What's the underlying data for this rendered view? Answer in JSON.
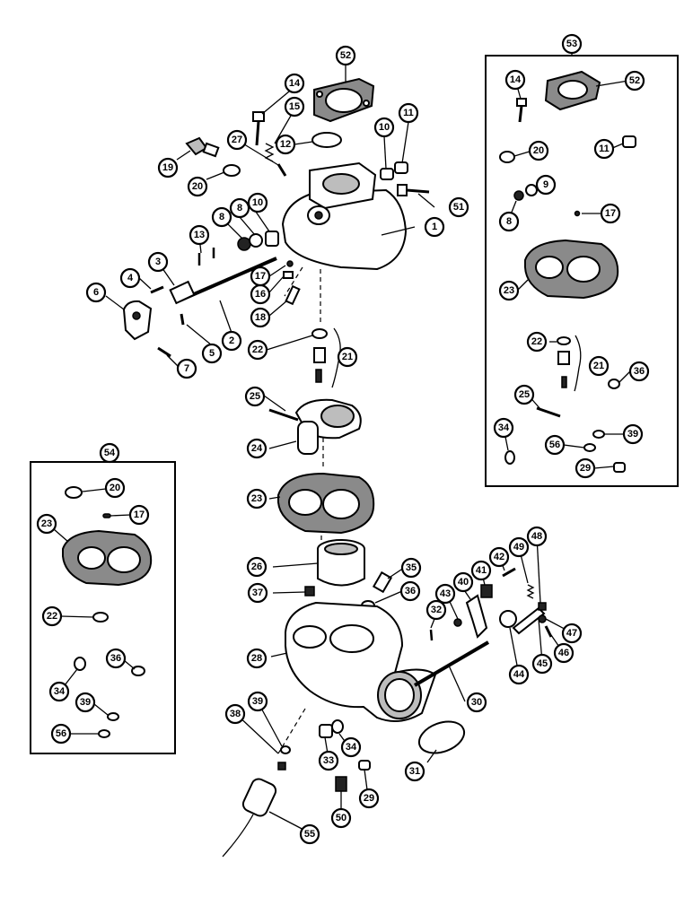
{
  "diagram": {
    "callouts": {
      "c1": "1",
      "c2": "2",
      "c3": "3",
      "c4": "4",
      "c5": "5",
      "c6": "6",
      "c7": "7",
      "c8a": "8",
      "c8b": "8",
      "c10a": "10",
      "c10b": "10",
      "c11": "11",
      "c12": "12",
      "c13": "13",
      "c14": "14",
      "c15": "15",
      "c16": "16",
      "c17": "17",
      "c18": "18",
      "c19": "19",
      "c20": "20",
      "c21": "21",
      "c22": "22",
      "c23": "23",
      "c24": "24",
      "c25": "25",
      "c26": "26",
      "c27": "27",
      "c28": "28",
      "c29": "29",
      "c30": "30",
      "c31": "31",
      "c32": "32",
      "c33": "33",
      "c34": "34",
      "c35": "35",
      "c36": "36",
      "c37": "37",
      "c38": "38",
      "c39": "39",
      "c40": "40",
      "c41": "41",
      "c42": "42",
      "c43": "43",
      "c44": "44",
      "c45": "45",
      "c46": "46",
      "c47": "47",
      "c48": "48",
      "c49": "49",
      "c50": "50",
      "c51": "51",
      "c52": "52",
      "c55": "55"
    },
    "kit53": {
      "label": "53",
      "callouts": {
        "k14": "14",
        "k52": "52",
        "k20": "20",
        "k11": "11",
        "k9": "9",
        "k8": "8",
        "k17": "17",
        "k23": "23",
        "k22": "22",
        "k21": "21",
        "k36": "36",
        "k25": "25",
        "k34": "34",
        "k56": "56",
        "k39": "39",
        "k29": "29"
      }
    },
    "kit54": {
      "label": "54",
      "callouts": {
        "j20": "20",
        "j17": "17",
        "j23": "23",
        "j22": "22",
        "j34": "34",
        "j36": "36",
        "j39": "39",
        "j56": "56"
      }
    }
  }
}
